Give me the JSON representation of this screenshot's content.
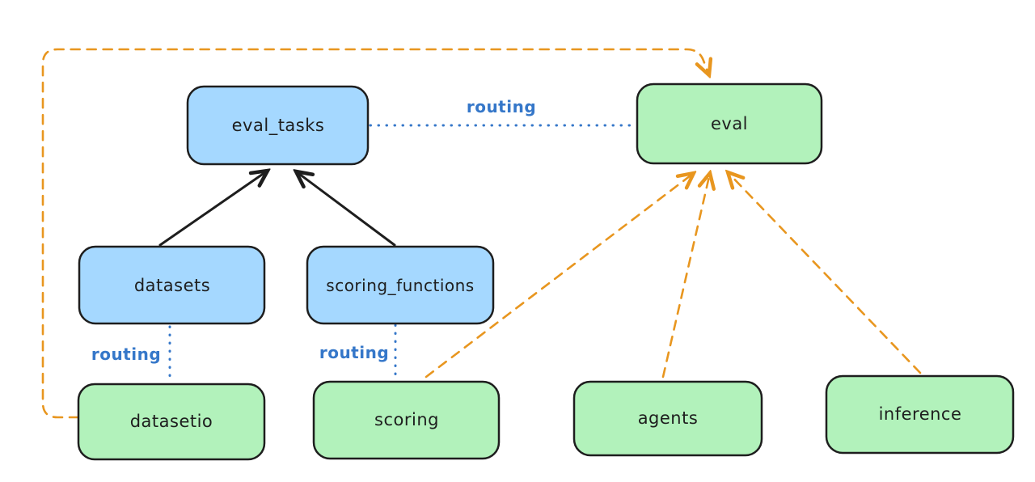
{
  "diagram": {
    "nodes": {
      "eval_tasks": {
        "label": "eval_tasks",
        "fill": "#a5d8ff"
      },
      "eval": {
        "label": "eval",
        "fill": "#b2f2bb"
      },
      "datasets": {
        "label": "datasets",
        "fill": "#a5d8ff"
      },
      "scoring_functions": {
        "label": "scoring_functions",
        "fill": "#a5d8ff"
      },
      "datasetio": {
        "label": "datasetio",
        "fill": "#b2f2bb"
      },
      "scoring": {
        "label": "scoring",
        "fill": "#b2f2bb"
      },
      "agents": {
        "label": "agents",
        "fill": "#b2f2bb"
      },
      "inference": {
        "label": "inference",
        "fill": "#b2f2bb"
      }
    },
    "edge_labels": {
      "eval_tasks_to_eval": "routing",
      "datasets_to_datasetio": "routing",
      "scoring_functions_to_scoring": "routing"
    },
    "colors": {
      "registry_fill_blue": "#a5d8ff",
      "provider_fill_green": "#b2f2bb",
      "node_stroke": "#1e1e1e",
      "solid_arrow": "#1e1e1e",
      "dashed_arrow_orange": "#e8961f",
      "routing_dotted_blue": "#3577c9",
      "background": "#ffffff"
    }
  }
}
